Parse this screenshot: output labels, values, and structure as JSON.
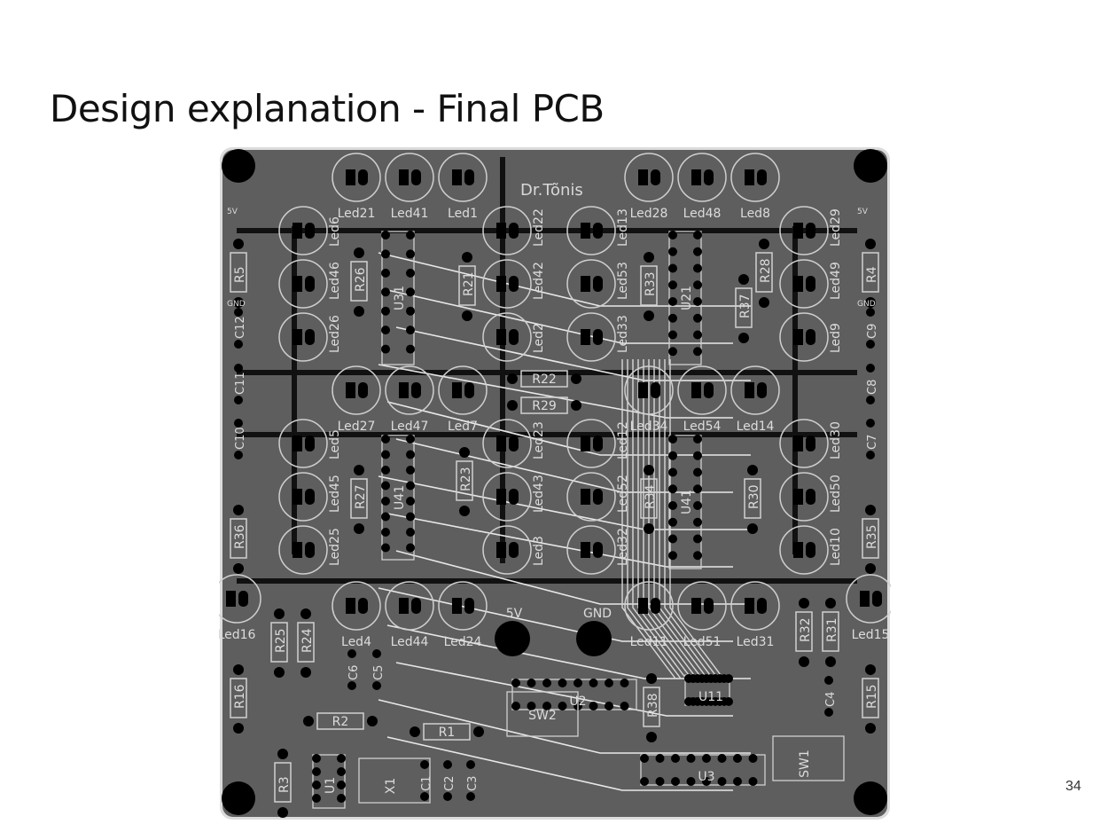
{
  "slide": {
    "title": "Design explanation - Final PCB",
    "page_number": "34"
  },
  "pcb": {
    "author_text": "Dr.Tõnis",
    "power_labels": [
      "5V",
      "GND",
      "5V",
      "GND",
      "5V",
      "GND"
    ],
    "leds": [
      {
        "label": "Led21"
      },
      {
        "label": "Led41"
      },
      {
        "label": "Led1"
      },
      {
        "label": "Led28"
      },
      {
        "label": "Led48"
      },
      {
        "label": "Led8"
      },
      {
        "label": "Led6"
      },
      {
        "label": "Led46"
      },
      {
        "label": "Led26"
      },
      {
        "label": "Led22"
      },
      {
        "label": "Led42"
      },
      {
        "label": "Led2"
      },
      {
        "label": "Led13"
      },
      {
        "label": "Led53"
      },
      {
        "label": "Led33"
      },
      {
        "label": "Led29"
      },
      {
        "label": "Led49"
      },
      {
        "label": "Led9"
      },
      {
        "label": "Led27"
      },
      {
        "label": "Led47"
      },
      {
        "label": "Led7"
      },
      {
        "label": "Led34"
      },
      {
        "label": "Led54"
      },
      {
        "label": "Led14"
      },
      {
        "label": "Led5"
      },
      {
        "label": "Led45"
      },
      {
        "label": "Led25"
      },
      {
        "label": "Led23"
      },
      {
        "label": "Led43"
      },
      {
        "label": "Led3"
      },
      {
        "label": "Led12"
      },
      {
        "label": "Led52"
      },
      {
        "label": "Led32"
      },
      {
        "label": "Led30"
      },
      {
        "label": "Led50"
      },
      {
        "label": "Led10"
      },
      {
        "label": "Led16"
      },
      {
        "label": "Led4"
      },
      {
        "label": "Led44"
      },
      {
        "label": "Led24"
      },
      {
        "label": "Led11"
      },
      {
        "label": "Led51"
      },
      {
        "label": "Led31"
      },
      {
        "label": "Led15"
      }
    ],
    "resistors": [
      {
        "label": "R5"
      },
      {
        "label": "R26"
      },
      {
        "label": "R21"
      },
      {
        "label": "R33"
      },
      {
        "label": "R37"
      },
      {
        "label": "R28"
      },
      {
        "label": "R4"
      },
      {
        "label": "R22"
      },
      {
        "label": "R29"
      },
      {
        "label": "R27"
      },
      {
        "label": "R23"
      },
      {
        "label": "R34"
      },
      {
        "label": "R30"
      },
      {
        "label": "R36"
      },
      {
        "label": "R35"
      },
      {
        "label": "R25"
      },
      {
        "label": "R24"
      },
      {
        "label": "R32"
      },
      {
        "label": "R31"
      },
      {
        "label": "R16"
      },
      {
        "label": "R15"
      },
      {
        "label": "R38"
      },
      {
        "label": "R2"
      },
      {
        "label": "R1"
      },
      {
        "label": "R3"
      }
    ],
    "capacitors": [
      {
        "label": "C12"
      },
      {
        "label": "C11"
      },
      {
        "label": "C10"
      },
      {
        "label": "C9"
      },
      {
        "label": "C8"
      },
      {
        "label": "C7"
      },
      {
        "label": "C6"
      },
      {
        "label": "C5"
      },
      {
        "label": "C4"
      },
      {
        "label": "C1"
      },
      {
        "label": "C2"
      },
      {
        "label": "C3"
      }
    ],
    "ics": [
      {
        "label": "U31"
      },
      {
        "label": "U21"
      },
      {
        "label": "U41"
      },
      {
        "label": "U11"
      },
      {
        "label": "U1"
      },
      {
        "label": "U2"
      },
      {
        "label": "U3"
      },
      {
        "label": "U41"
      }
    ],
    "misc": [
      {
        "label": "SW2"
      },
      {
        "label": "SW1"
      },
      {
        "label": "X1"
      }
    ]
  }
}
